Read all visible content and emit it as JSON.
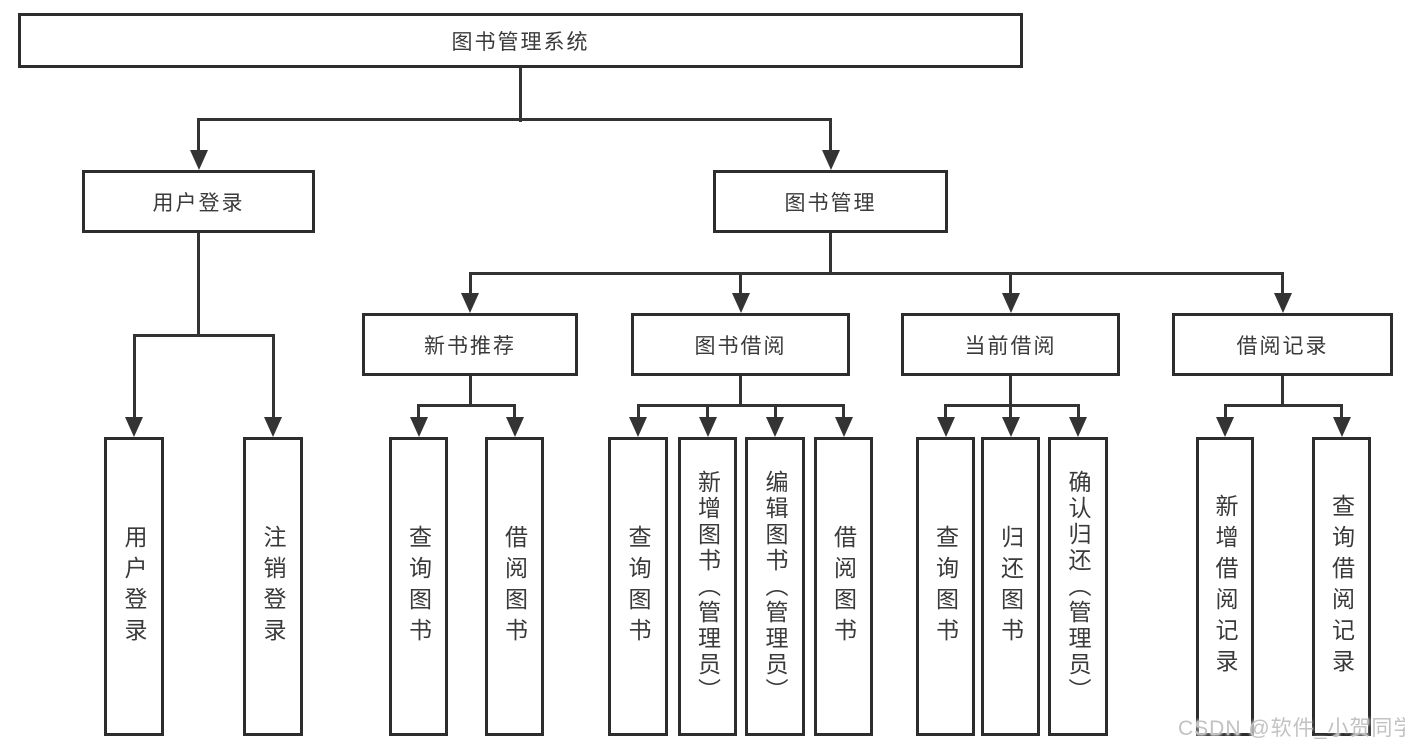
{
  "diagram": {
    "root": {
      "label": "图书管理系统"
    },
    "level2": [
      {
        "label": "用户登录"
      },
      {
        "label": "图书管理"
      }
    ],
    "level3": [
      {
        "label": "新书推荐"
      },
      {
        "label": "图书借阅"
      },
      {
        "label": "当前借阅"
      },
      {
        "label": "借阅记录"
      }
    ],
    "leaves": {
      "user_login": [
        "用户登录",
        "注销登录"
      ],
      "new_book": [
        "查询图书",
        "借阅图书"
      ],
      "book_borrow": [
        "查询图书",
        "新增图书（管理员）",
        "编辑图书（管理员）",
        "借阅图书"
      ],
      "current_borrow": [
        "查询图书",
        "归还图书",
        "确认归还（管理员）"
      ],
      "borrow_record": [
        "新增借阅记录",
        "查询借阅记录"
      ]
    }
  },
  "watermark": {
    "text": "CSDN @软件_小贺同学"
  },
  "colors": {
    "line": "#333333",
    "box_border": "#2d2d2d",
    "text": "#3a3a3a",
    "watermark": "#c2c2c2",
    "background": "#ffffff"
  }
}
